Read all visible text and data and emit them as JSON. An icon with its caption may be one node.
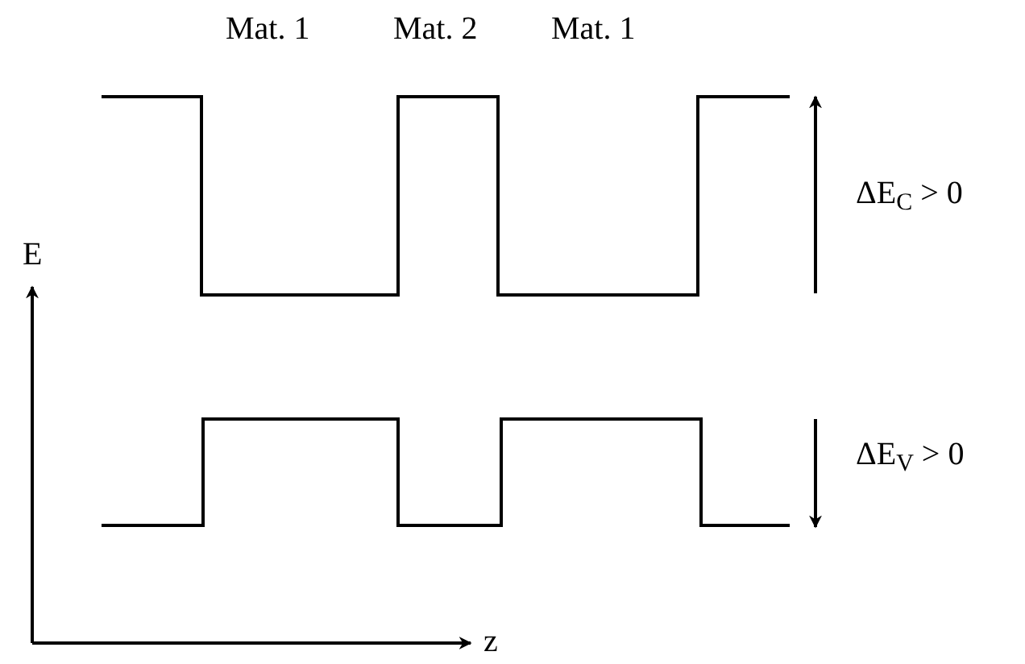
{
  "diagram": {
    "labels": [
      "Mat. 1",
      "Mat. 2",
      "Mat. 1",
      "E",
      "ΔE$_{C}$ > 0",
      "ΔE$_{V}$ > 0",
      "z"
    ]
  }
}
